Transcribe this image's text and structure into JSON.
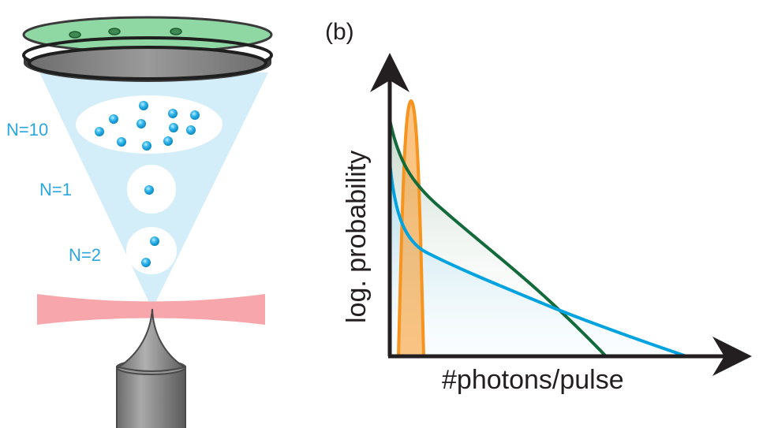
{
  "panel_label": "(b)",
  "left_panel": {
    "groups": [
      {
        "label": "N=10",
        "dots": 11
      },
      {
        "label": "N=1",
        "dots": 1
      },
      {
        "label": "N=2",
        "dots": 2
      }
    ]
  },
  "plot": {
    "xlabel": "#photons/pulse",
    "ylabel": "log. probability",
    "colors": {
      "orange": "#f7941d",
      "green": "#136b3c",
      "blue": "#00a3e0"
    }
  }
}
